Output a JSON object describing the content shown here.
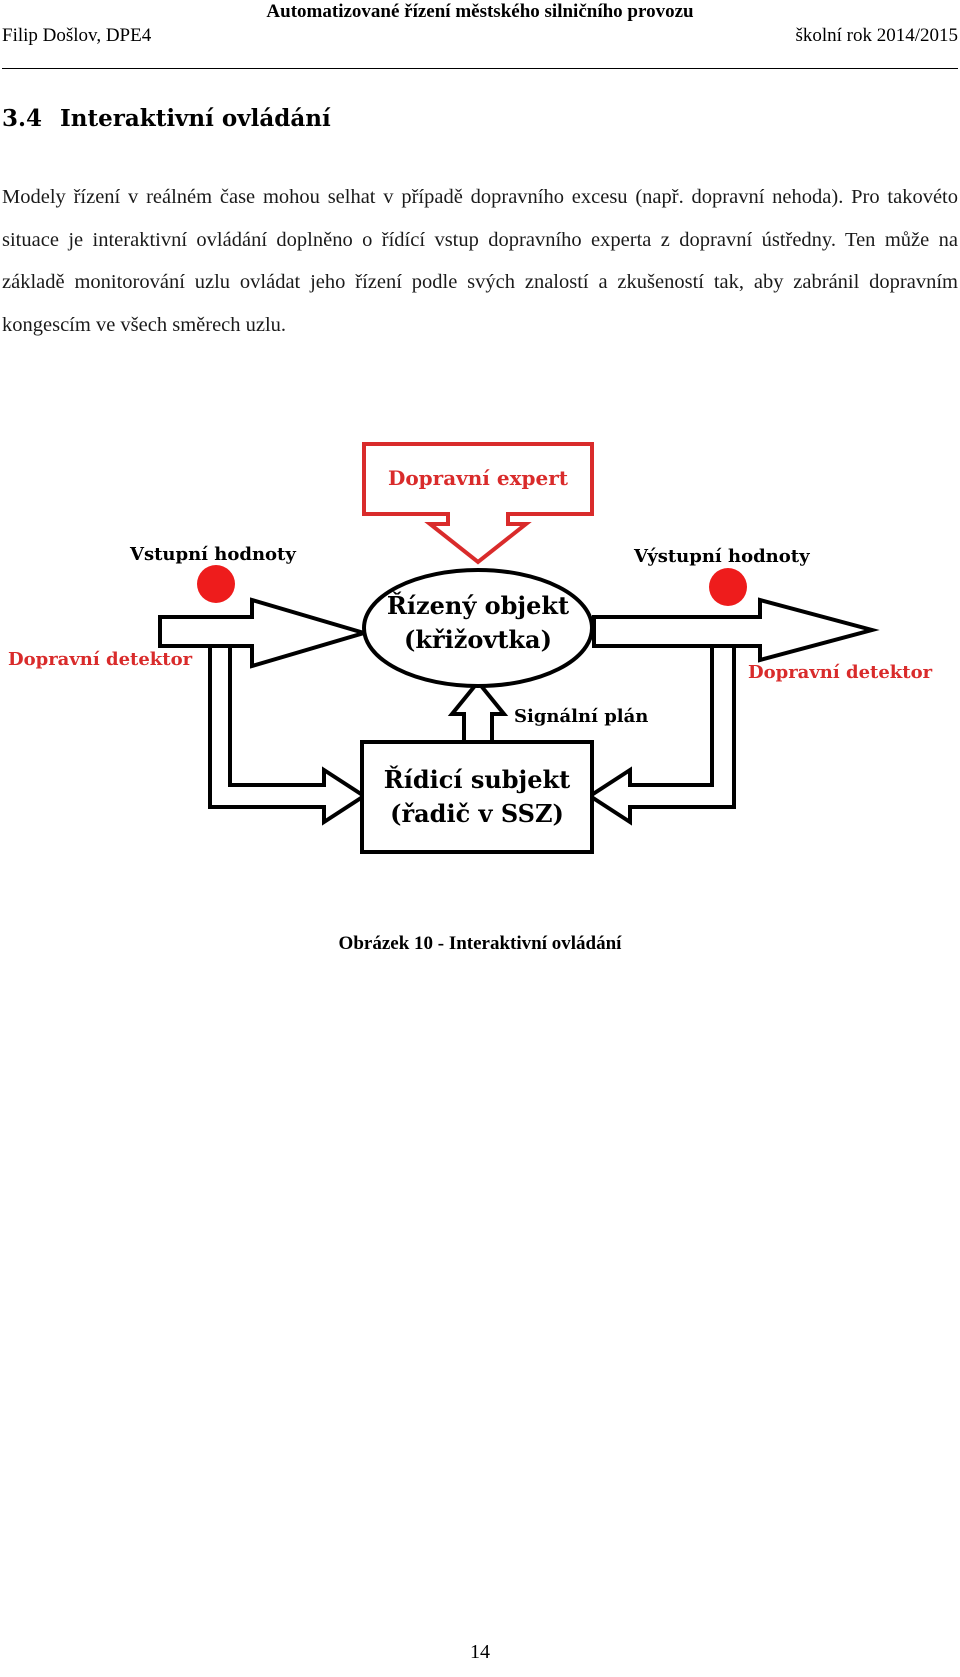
{
  "header": {
    "title": "Automatizované řízení městského silničního provozu",
    "author": "Filip Došlov, DPE4",
    "school_year": "školní rok 2014/2015"
  },
  "section": {
    "number": "3.4",
    "title": "Interaktivní ovládání"
  },
  "body_text": "Modely řízení v reálném čase mohou selhat v případě dopravního excesu (např. dopravní nehoda). Pro takovéto situace je interaktivní ovládání doplněno o řídící vstup dopravního experta z dopravní ústředny. Ten může na základě monitorování uzlu ovládat jeho řízení podle svých znalostí a zkušeností tak, aby zabránil dopravním kongescím ve všech směrech uzlu.",
  "diagram": {
    "expert_label": "Dopravní expert",
    "input_values_label": "Vstupní hodnoty",
    "output_values_label": "Výstupní hodnoty",
    "controlled_object_line1": "Řízený objekt",
    "controlled_object_line2": "(křižovtka)",
    "detector_left_label": "Dopravní detektor",
    "detector_right_label": "Dopravní detektor",
    "signal_plan_label": "Signální plán",
    "controller_line1": "Řídicí subjekt",
    "controller_line2": "(řadič v SSZ)",
    "colors": {
      "accent": "#d92b2b",
      "detector_dot": "#ee1c1c",
      "outline": "#000000"
    }
  },
  "figure_caption": "Obrázek 10 - Interaktivní ovládání",
  "page_number": "14"
}
